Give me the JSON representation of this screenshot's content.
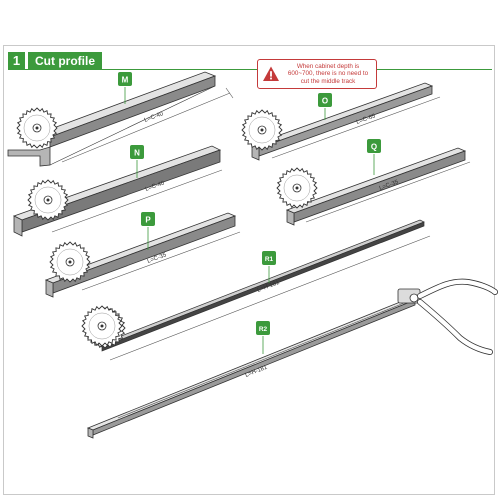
{
  "section": {
    "number": "1",
    "title": "Cut profile"
  },
  "note": {
    "text": "When cabinet depth is 600~700, there is no need to cut the middle track",
    "icon": "warning-triangle-icon"
  },
  "parts": [
    {
      "tag": "M",
      "dimension": "L=C-40"
    },
    {
      "tag": "N",
      "dimension": "L=C-40"
    },
    {
      "tag": "O",
      "dimension": "L=C-65"
    },
    {
      "tag": "P",
      "dimension": "L=C-35"
    },
    {
      "tag": "Q",
      "dimension": "L=C-35"
    },
    {
      "tag": "R1",
      "dimension": "L=H-181"
    },
    {
      "tag": "R2",
      "dimension": "L=H-181"
    }
  ],
  "colors": {
    "accent": "#3c9a3c",
    "warning": "#c43a3a"
  }
}
